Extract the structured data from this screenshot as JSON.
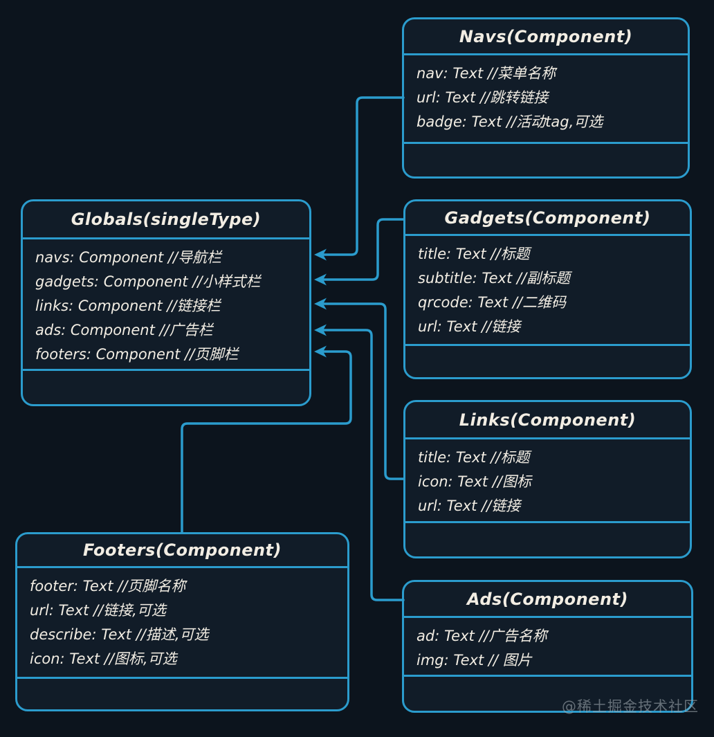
{
  "diagram": {
    "watermark": "@稀土掘金技术社区",
    "colors": {
      "background": "#0c141d",
      "box_fill": "#111c28",
      "stroke": "#2b9ccd",
      "text": "#f2ede3",
      "watermark_text": "#9ea6ae"
    },
    "entities": [
      {
        "id": "navs",
        "title": "Navs(Component)",
        "fields": [
          "nav: Text //菜单名称",
          "url: Text //跳转链接",
          "badge: Text //活动tag,可选"
        ]
      },
      {
        "id": "globals",
        "title": "Globals(singleType)",
        "fields": [
          "navs: Component //导航栏",
          "gadgets: Component //小样式栏",
          "links: Component //链接栏",
          "ads: Component //广告栏",
          "footers: Component //页脚栏"
        ]
      },
      {
        "id": "gadgets",
        "title": "Gadgets(Component)",
        "fields": [
          "title: Text //标题",
          "subtitle: Text //副标题",
          "qrcode: Text //二维码",
          "url: Text //链接"
        ]
      },
      {
        "id": "links",
        "title": "Links(Component)",
        "fields": [
          "title: Text //标题",
          "icon: Text //图标",
          "url: Text //链接"
        ]
      },
      {
        "id": "footers",
        "title": "Footers(Component)",
        "fields": [
          "footer: Text //页脚名称",
          "url: Text //链接,可选",
          "describe: Text //描述,可选",
          "icon: Text //图标,可选"
        ]
      },
      {
        "id": "ads",
        "title": "Ads(Component)",
        "fields": [
          "ad: Text //广告名称",
          "img: Text // 图片"
        ]
      }
    ],
    "relations": [
      {
        "from": "Navs",
        "to": "Globals.navs"
      },
      {
        "from": "Gadgets",
        "to": "Globals.gadgets"
      },
      {
        "from": "Links",
        "to": "Globals.links"
      },
      {
        "from": "Ads",
        "to": "Globals.ads"
      },
      {
        "from": "Footers",
        "to": "Globals.footers"
      }
    ]
  }
}
